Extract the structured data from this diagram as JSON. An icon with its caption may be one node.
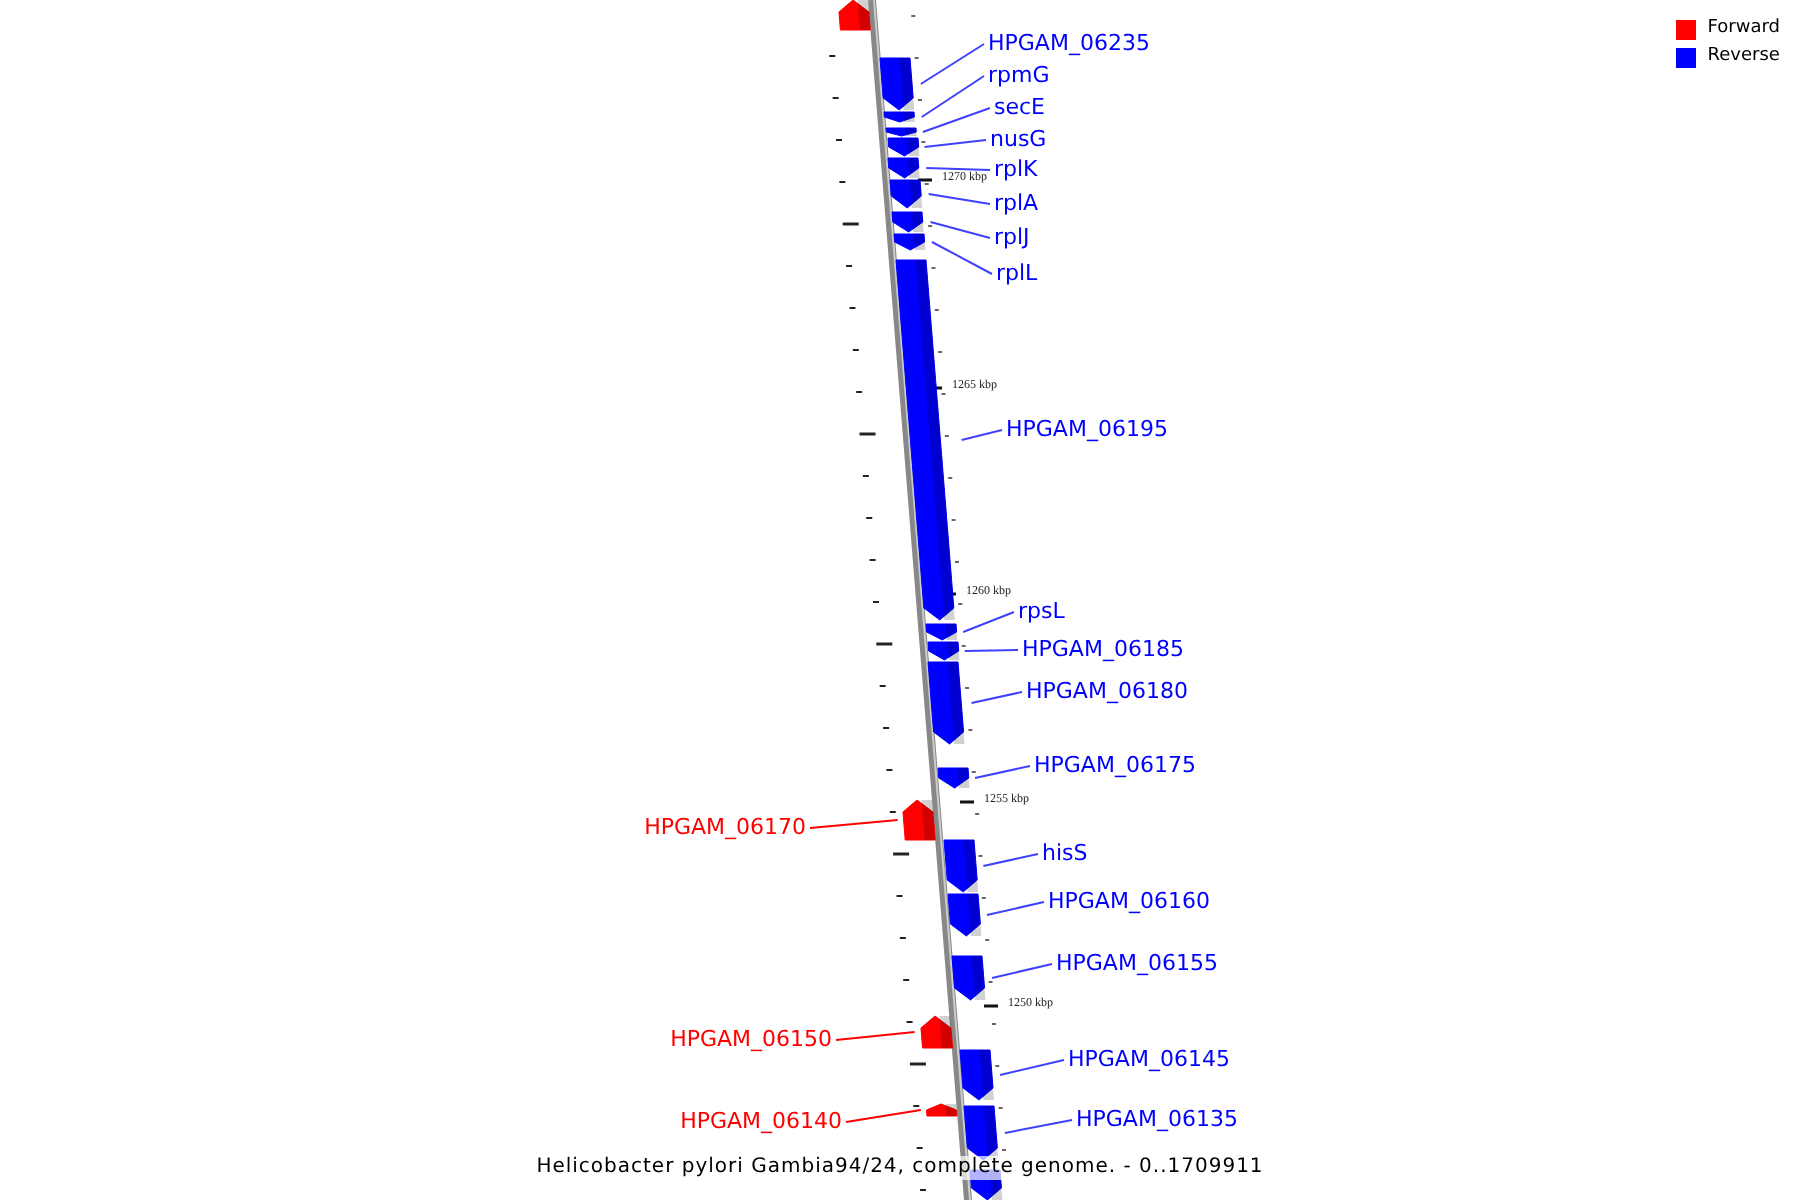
{
  "diagram": {
    "caption": "Helicobacter pylori Gambia94/24, complete genome. - 0..1709911",
    "nodes": [
      {
        "text": [],
        "shape": "arrow"
      },
      {
        "text": [
          "HPGAM_06235"
        ]
      },
      {
        "text": [],
        "shape": "arrow"
      },
      {
        "text": [
          "rpmG"
        ]
      },
      {
        "text": [],
        "shape": "arrow"
      },
      {
        "text": [
          "secE"
        ]
      },
      {
        "text": [],
        "shape": "arrow"
      },
      {
        "text": [
          "nusG"
        ]
      },
      {
        "text": [],
        "shape": "arrow"
      },
      {
        "text": [
          "rplK"
        ]
      },
      {
        "text": [],
        "shape": "arrow"
      },
      {
        "text": [
          "rplA"
        ]
      },
      {
        "text": [],
        "shape": "arrow"
      },
      {
        "text": [
          "rplJ"
        ]
      },
      {
        "text": [],
        "shape": "arrow"
      },
      {
        "text": [
          "rplL"
        ]
      },
      {
        "text": [],
        "shape": "arrow"
      },
      {
        "text": [
          "HPGAM_06195"
        ]
      },
      {
        "text": [],
        "shape": "arrow"
      },
      {
        "text": [
          "rpsL"
        ]
      },
      {
        "text": [],
        "shape": "arrow"
      },
      {
        "text": [
          "HPGAM_06185"
        ]
      },
      {
        "text": [],
        "shape": "arrow"
      },
      {
        "text": [
          "HPGAM_06180"
        ]
      },
      {
        "text": [],
        "shape": "arrow"
      },
      {
        "text": [
          "HPGAM_06175"
        ]
      },
      {
        "text": [],
        "shape": "arrow"
      },
      {
        "text": [
          "HPGAM_06170"
        ]
      },
      {
        "text": [],
        "shape": "arrow"
      },
      {
        "text": [
          "hisS"
        ]
      },
      {
        "text": [],
        "shape": "arrow"
      },
      {
        "text": [
          "HPGAM_06160"
        ]
      },
      {
        "text": [],
        "shape": "arrow"
      },
      {
        "text": [
          "HPGAM_06155"
        ]
      },
      {
        "text": [],
        "shape": "arrow"
      },
      {
        "text": [
          "HPGAM_06150"
        ]
      },
      {
        "text": [],
        "shape": "arrow"
      },
      {
        "text": [
          "HPGAM_06145"
        ]
      },
      {
        "text": [],
        "shape": "arrow"
      },
      {
        "text": [
          "HPGAM_06140"
        ]
      },
      {
        "text": [],
        "shape": "arrow"
      },
      {
        "text": [
          "HPGAM_06135"
        ]
      },
      {
        "text": [],
        "shape": "arrow"
      },
      {
        "text": [],
        "shape": "arrow"
      }
    ],
    "edges": [
      {
        "from": 1,
        "to": 2,
        "arrow": "none"
      },
      {
        "from": 3,
        "to": 4,
        "arrow": "none"
      },
      {
        "from": 5,
        "to": 6,
        "arrow": "none"
      },
      {
        "from": 7,
        "to": 8,
        "arrow": "none"
      },
      {
        "from": 9,
        "to": 10,
        "arrow": "none"
      },
      {
        "from": 11,
        "to": 12,
        "arrow": "none"
      },
      {
        "from": 13,
        "to": 14,
        "arrow": "none"
      },
      {
        "from": 15,
        "to": 16,
        "arrow": "none"
      },
      {
        "from": 17,
        "to": 18,
        "arrow": "none"
      },
      {
        "from": 19,
        "to": 20,
        "arrow": "none"
      },
      {
        "from": 21,
        "to": 22,
        "arrow": "none"
      },
      {
        "from": 23,
        "to": 24,
        "arrow": "none"
      },
      {
        "from": 25,
        "to": 26,
        "arrow": "none"
      },
      {
        "from": 27,
        "to": 28,
        "arrow": "none",
        "color": "#ff0000"
      },
      {
        "from": 29,
        "to": 30,
        "arrow": "none"
      },
      {
        "from": 31,
        "to": 32,
        "arrow": "none"
      },
      {
        "from": 33,
        "to": 34,
        "arrow": "none"
      },
      {
        "from": 35,
        "to": 36,
        "arrow": "none",
        "color": "#ff0000"
      },
      {
        "from": 37,
        "to": 38,
        "arrow": "none"
      },
      {
        "from": 39,
        "to": 40,
        "arrow": "none",
        "color": "#ff0000"
      },
      {
        "from": 41,
        "to": 42,
        "arrow": "none"
      }
    ],
    "labels": [
      "1270 kbp",
      "1265 kbp",
      "1260 kbp",
      "1255 kbp",
      "1250 kbp"
    ],
    "legend": [
      {
        "text": "Forward",
        "color": "#ff0000"
      },
      {
        "text": "Reverse",
        "color": "#0000ff"
      }
    ]
  }
}
